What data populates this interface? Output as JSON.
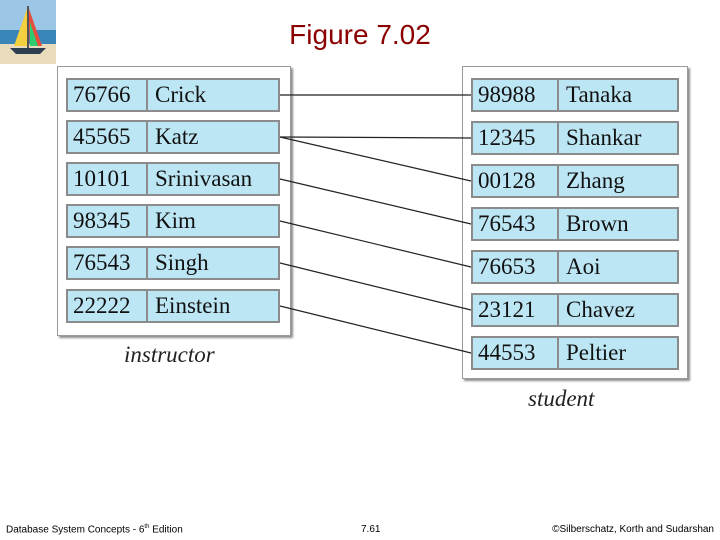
{
  "slide": {
    "title": "Figure 7.02",
    "title_color": "#8b0000"
  },
  "instructor": {
    "caption": "instructor",
    "rows": [
      {
        "id": "76766",
        "name": "Crick"
      },
      {
        "id": "45565",
        "name": "Katz"
      },
      {
        "id": "10101",
        "name": "Srinivasan"
      },
      {
        "id": "98345",
        "name": "Kim"
      },
      {
        "id": "76543",
        "name": "Singh"
      },
      {
        "id": "22222",
        "name": "Einstein"
      }
    ]
  },
  "student": {
    "caption": "student",
    "rows": [
      {
        "id": "98988",
        "name": "Tanaka"
      },
      {
        "id": "12345",
        "name": "Shankar"
      },
      {
        "id": "00128",
        "name": "Zhang"
      },
      {
        "id": "76543",
        "name": "Brown"
      },
      {
        "id": "76653",
        "name": "Aoi"
      },
      {
        "id": "23121",
        "name": "Chavez"
      },
      {
        "id": "44553",
        "name": "Peltier"
      }
    ]
  },
  "advisor_links": [
    {
      "from": 0,
      "to": 0
    },
    {
      "from": 1,
      "to": 1
    },
    {
      "from": 1,
      "to": 2
    },
    {
      "from": 2,
      "to": 3
    },
    {
      "from": 3,
      "to": 4
    },
    {
      "from": 4,
      "to": 5
    },
    {
      "from": 5,
      "to": 6
    }
  ],
  "row_color": "#bde6f4",
  "footer": {
    "left_prefix": "Database System Concepts - 6",
    "left_sup": "th",
    "left_suffix": " Edition",
    "center": "7.61",
    "right": "©Silberschatz, Korth and Sudarshan"
  },
  "icons": {
    "logo": "sailboat-logo-icon"
  }
}
